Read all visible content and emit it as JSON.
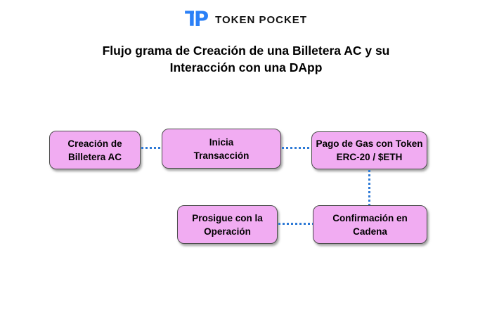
{
  "logo": {
    "t": "T",
    "p": "P",
    "brand": "TOKEN POCKET"
  },
  "title": {
    "line1": "Flujo grama de Creación de una Billetera AC y su",
    "line2": "Interacción con una DApp"
  },
  "colors": {
    "logo_blue": "#2b80f7",
    "box_fill": "#f1acf2",
    "box_border": "#4d4d4d",
    "connector": "#2e7ad6",
    "title_text": "#000000",
    "brand_text": "#111111"
  },
  "flowchart": {
    "nodes": [
      {
        "id": "creacion-billetera",
        "line1": "Creación de",
        "line2": "Billetera AC"
      },
      {
        "id": "inicia-transaccion",
        "line1": "Inicia",
        "line2": "Transacción"
      },
      {
        "id": "pago-gas",
        "line1": "Pago de Gas con Token",
        "line2": "ERC-20 / $ETH"
      },
      {
        "id": "prosigue-operacion",
        "line1": "Prosigue con la",
        "line2": "Operación"
      },
      {
        "id": "confirmacion-cadena",
        "line1": "Confirmación en",
        "line2": "Cadena"
      }
    ],
    "connections": [
      {
        "from": "creacion-billetera",
        "to": "inicia-transaccion",
        "style": "dotted"
      },
      {
        "from": "inicia-transaccion",
        "to": "pago-gas",
        "style": "dotted"
      },
      {
        "from": "pago-gas",
        "to": "confirmacion-cadena",
        "style": "dotted"
      },
      {
        "from": "confirmacion-cadena",
        "to": "prosigue-operacion",
        "style": "dotted"
      }
    ]
  }
}
